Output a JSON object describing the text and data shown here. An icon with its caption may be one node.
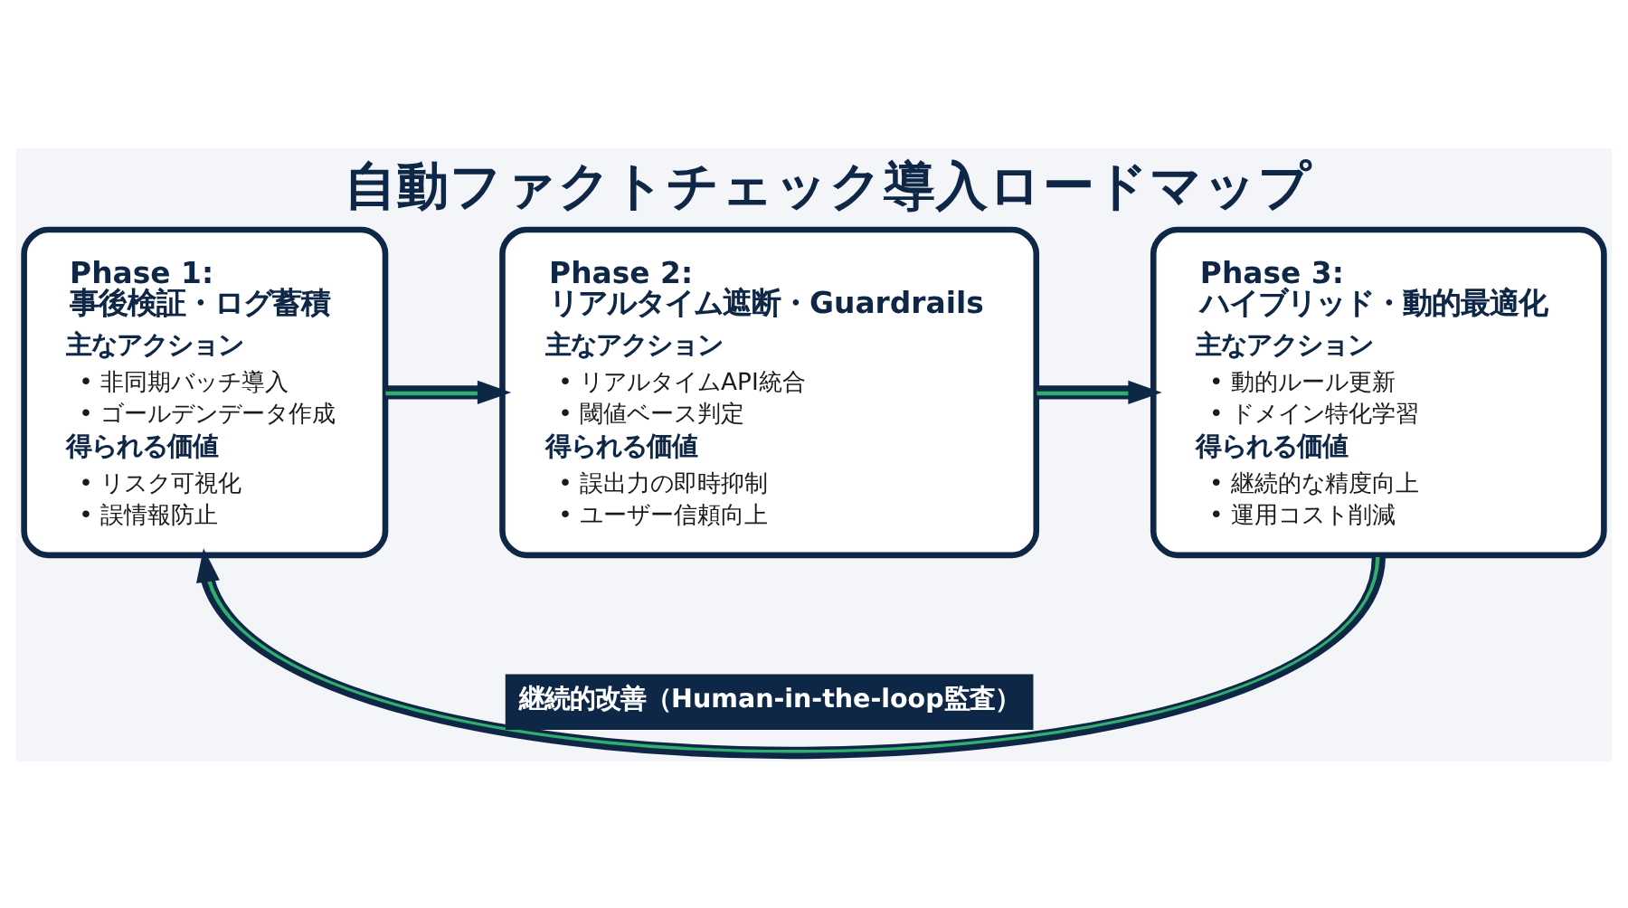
{
  "diagram": {
    "title": "自動ファクトチェック導入ロードマップ",
    "nodes": [
      {
        "text": [
          "Phase 1: 事後検証・ログ蓄積",
          "主なアクション",
          "• 非同期バッチ導入",
          "• ゴールデンデータ作成",
          "得られる価値",
          "• リスク可視化",
          "• 誤情報防止"
        ]
      },
      {
        "text": [
          "Phase 2: リアルタイム遮断・Guardrails",
          "主なアクション",
          "• リアルタイムAPI統合",
          "• 閾値ベース判定",
          "得られる価値",
          "• 誤出力の即時抑制",
          "• ユーザー信頼向上"
        ]
      },
      {
        "text": [
          "Phase 3: ハイブリッド・動的最適化",
          "主なアクション",
          "• 動的ルール更新",
          "• ドメイン特化学習",
          "得られる価値",
          "• 継続的な精度向上",
          "• 運用コスト削減"
        ]
      }
    ],
    "edges": [
      {
        "from": 0,
        "to": 1,
        "arrow": "to"
      },
      {
        "from": 1,
        "to": 2,
        "arrow": "to"
      },
      {
        "from": 2,
        "to": 0,
        "arrow": "to",
        "label": "継続的改善（Human-in-the-loop監査）"
      }
    ]
  }
}
